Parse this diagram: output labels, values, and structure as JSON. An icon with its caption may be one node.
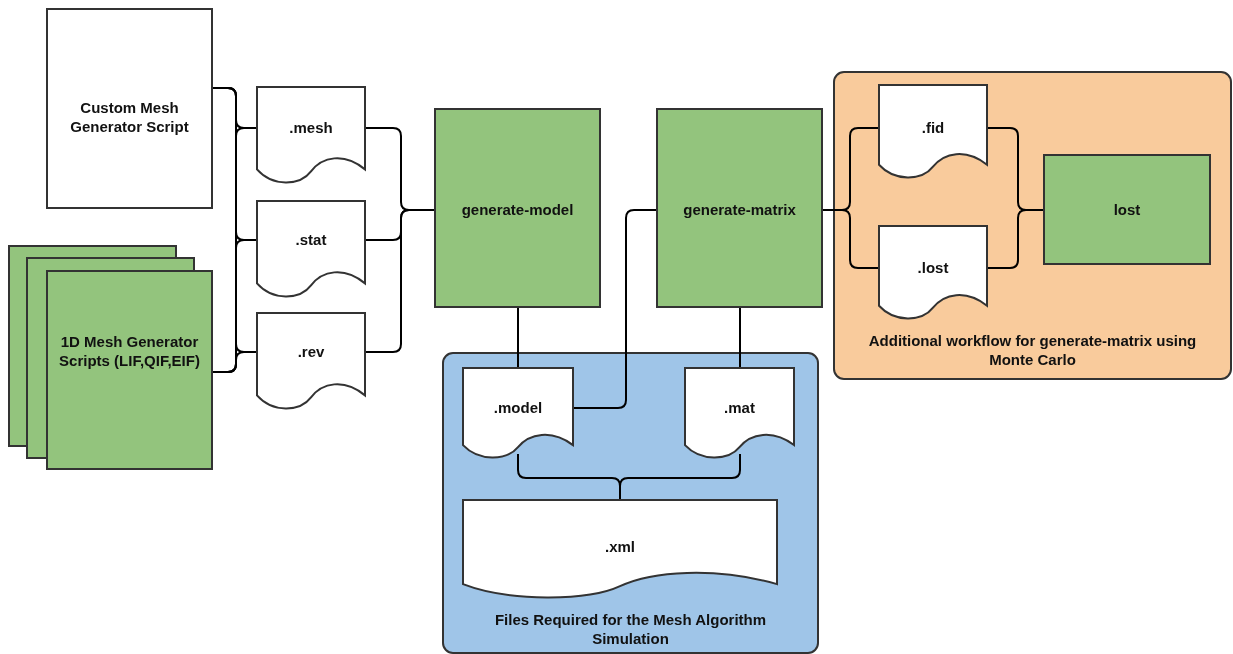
{
  "diagram": {
    "nodes": [
      {
        "text": [
          "Custom Mesh Generator Script"
        ]
      },
      {
        "text": [
          "1D Mesh Generator Scripts (LIF,QIF,EIF)"
        ]
      },
      {
        "text": [
          ".mesh"
        ]
      },
      {
        "text": [
          ".stat"
        ]
      },
      {
        "text": [
          ".rev"
        ]
      },
      {
        "text": [
          "generate-model"
        ]
      },
      {
        "text": [
          "generate-matrix"
        ]
      },
      {
        "text": [
          "Files Required for the Mesh Algorithm Simulation"
        ]
      },
      {
        "text": [
          ".model"
        ],
        "in": 7
      },
      {
        "text": [
          ".mat"
        ],
        "in": 7
      },
      {
        "text": [
          ".xml"
        ],
        "in": 7
      },
      {
        "text": [
          "Additional workflow for generate-matrix using Monte Carlo"
        ]
      },
      {
        "text": [
          ".fid"
        ],
        "in": 11
      },
      {
        "text": [
          ".lost"
        ],
        "in": 11
      },
      {
        "text": [
          "lost"
        ],
        "in": 11
      }
    ],
    "edges": [
      {
        "from": 0,
        "to": 2,
        "arrow": "none"
      },
      {
        "from": 0,
        "to": 3,
        "arrow": "none"
      },
      {
        "from": 0,
        "to": 4,
        "arrow": "none"
      },
      {
        "from": 1,
        "to": 2,
        "arrow": "none"
      },
      {
        "from": 1,
        "to": 3,
        "arrow": "none"
      },
      {
        "from": 1,
        "to": 4,
        "arrow": "none"
      },
      {
        "from": 2,
        "to": 5,
        "arrow": "none"
      },
      {
        "from": 3,
        "to": 5,
        "arrow": "none"
      },
      {
        "from": 4,
        "to": 5,
        "arrow": "none"
      },
      {
        "from": 5,
        "to": 8,
        "arrow": "none"
      },
      {
        "from": 8,
        "to": 6,
        "arrow": "none"
      },
      {
        "from": 6,
        "to": 9,
        "arrow": "none"
      },
      {
        "from": 8,
        "to": 10,
        "arrow": "none"
      },
      {
        "from": 9,
        "to": 10,
        "arrow": "none"
      },
      {
        "from": 6,
        "to": 12,
        "arrow": "none"
      },
      {
        "from": 6,
        "to": 13,
        "arrow": "none"
      },
      {
        "from": 12,
        "to": 14,
        "arrow": "none"
      },
      {
        "from": 13,
        "to": 14,
        "arrow": "none"
      }
    ]
  }
}
